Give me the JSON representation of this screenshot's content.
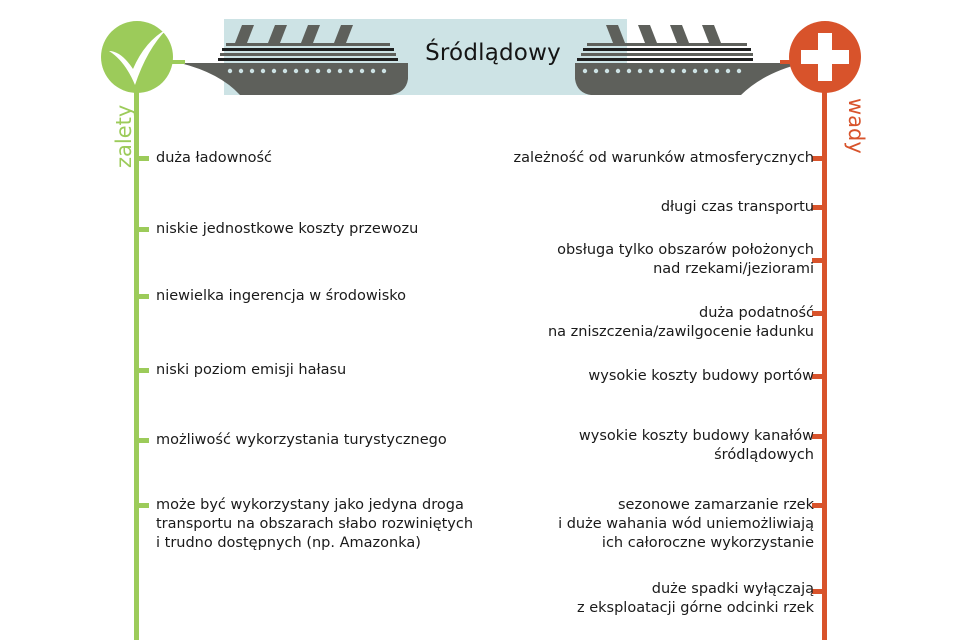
{
  "header": {
    "title": "Śródlądowy",
    "banner_color": "#cde3e5",
    "ship_color": "#5e605b"
  },
  "pros": {
    "label": "zalety",
    "icon": "checkmark-icon",
    "color": "#9ccb5a",
    "items": [
      {
        "lines": [
          "duża ładowność"
        ]
      },
      {
        "lines": [
          "niskie jednostkowe koszty przewozu"
        ]
      },
      {
        "lines": [
          "niewielka ingerencja w środowisko"
        ]
      },
      {
        "lines": [
          "niski poziom emisji hałasu"
        ]
      },
      {
        "lines": [
          "możliwość wykorzystania turystycznego"
        ]
      },
      {
        "lines": [
          "może być wykorzystany jako jedyna droga",
          "transportu na obszarach słabo rozwiniętych",
          "i trudno dostępnych (np. Amazonka)"
        ]
      }
    ]
  },
  "cons": {
    "label": "wady",
    "icon": "plus-icon",
    "color": "#d8532b",
    "items": [
      {
        "lines": [
          "zależność od warunków atmosferycznych"
        ]
      },
      {
        "lines": [
          "długi czas transportu"
        ]
      },
      {
        "lines": [
          "obsługa tylko obszarów położonych",
          "nad rzekami/jeziorami"
        ]
      },
      {
        "lines": [
          "duża podatność",
          "na zniszczenia/zawilgocenie ładunku"
        ]
      },
      {
        "lines": [
          "wysokie koszty budowy portów"
        ]
      },
      {
        "lines": [
          "wysokie koszty budowy kanałów",
          "śródlądowych"
        ]
      },
      {
        "lines": [
          "sezonowe zamarzanie rzek",
          "i duże wahania wód uniemożliwiają",
          "ich całoroczne wykorzystanie"
        ]
      },
      {
        "lines": [
          "duże spadki wyłączają",
          "z eksploatacji górne odcinki rzek"
        ]
      }
    ]
  }
}
